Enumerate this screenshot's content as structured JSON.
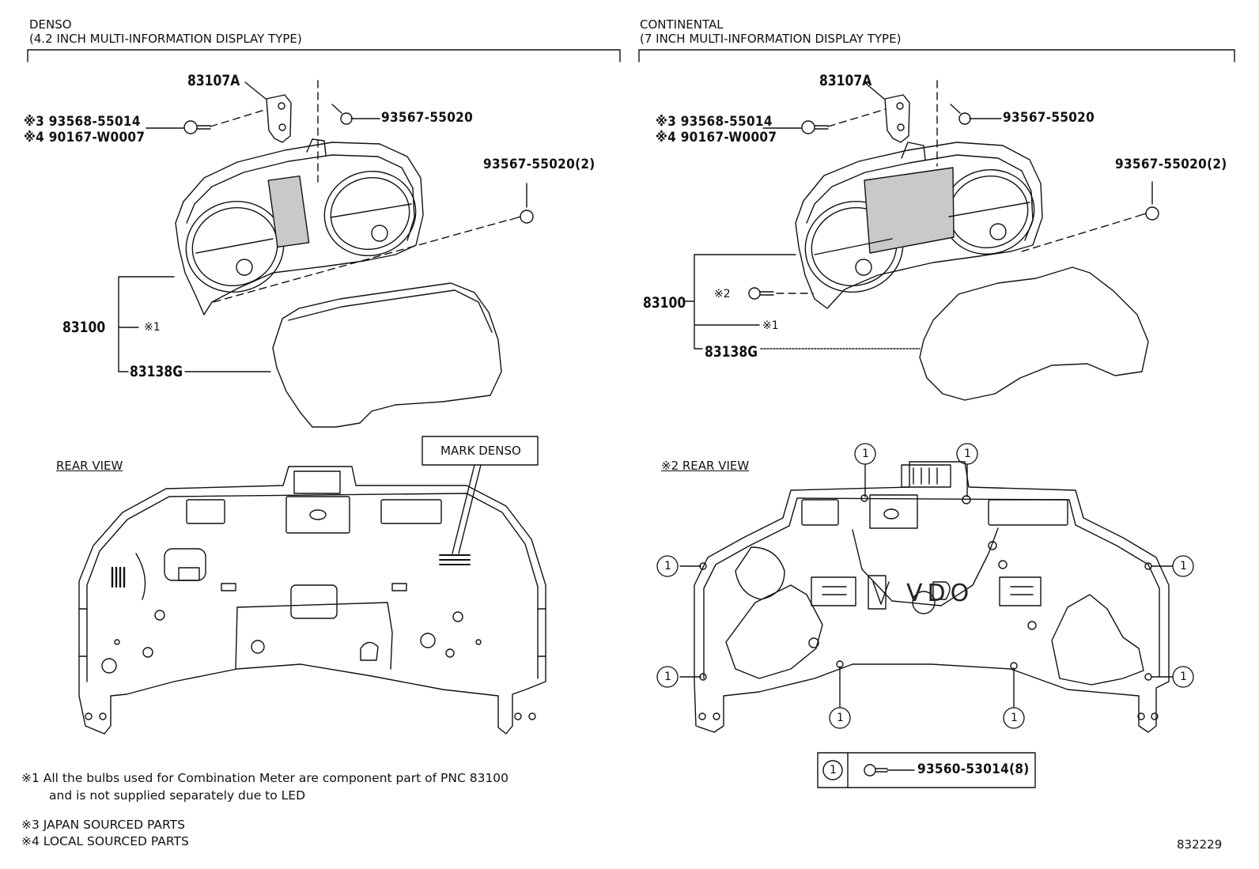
{
  "left": {
    "maker": "DENSO",
    "variant": "(4.2 INCH MULTI-INFORMATION DISPLAY TYPE)",
    "bracket_pn": "83107A",
    "screw_top": "93567-55020",
    "note3_pn": "※3 93568-55014",
    "note4_pn": "※4 90167-W0007",
    "screw_side": "93567-55020(2)",
    "meter_pn": "83100",
    "bulb_note": "※1",
    "glass_pn": "83138G",
    "rear_view": "REAR VIEW",
    "mark": "MARK DENSO"
  },
  "right": {
    "maker": "CONTINENTAL",
    "variant": "(7 INCH MULTI-INFORMATION DISPLAY TYPE)",
    "bracket_pn": "83107A",
    "screw_top": "93567-55020",
    "note3_pn": "※3 93568-55014",
    "note4_pn": "※4 90167-W0007",
    "screw_side": "93567-55020(2)",
    "meter_pn": "83100",
    "rear_screw_note": "※2",
    "bulb_note": "※1",
    "glass_pn": "83138G",
    "rear_view": "※2 REAR VIEW",
    "rear_logo": "VDO",
    "callout": "1",
    "legend_screw": "93560-53014(8)"
  },
  "notes": {
    "n1_line1": "※1 All the bulbs used for Combination Meter are component part of PNC 83100",
    "n1_line2": "and is not supplied separately due to LED",
    "n3": "※3 JAPAN SOURCED PARTS",
    "n4": "※4 LOCAL SOURCED PARTS"
  },
  "illustration_id": "832229"
}
